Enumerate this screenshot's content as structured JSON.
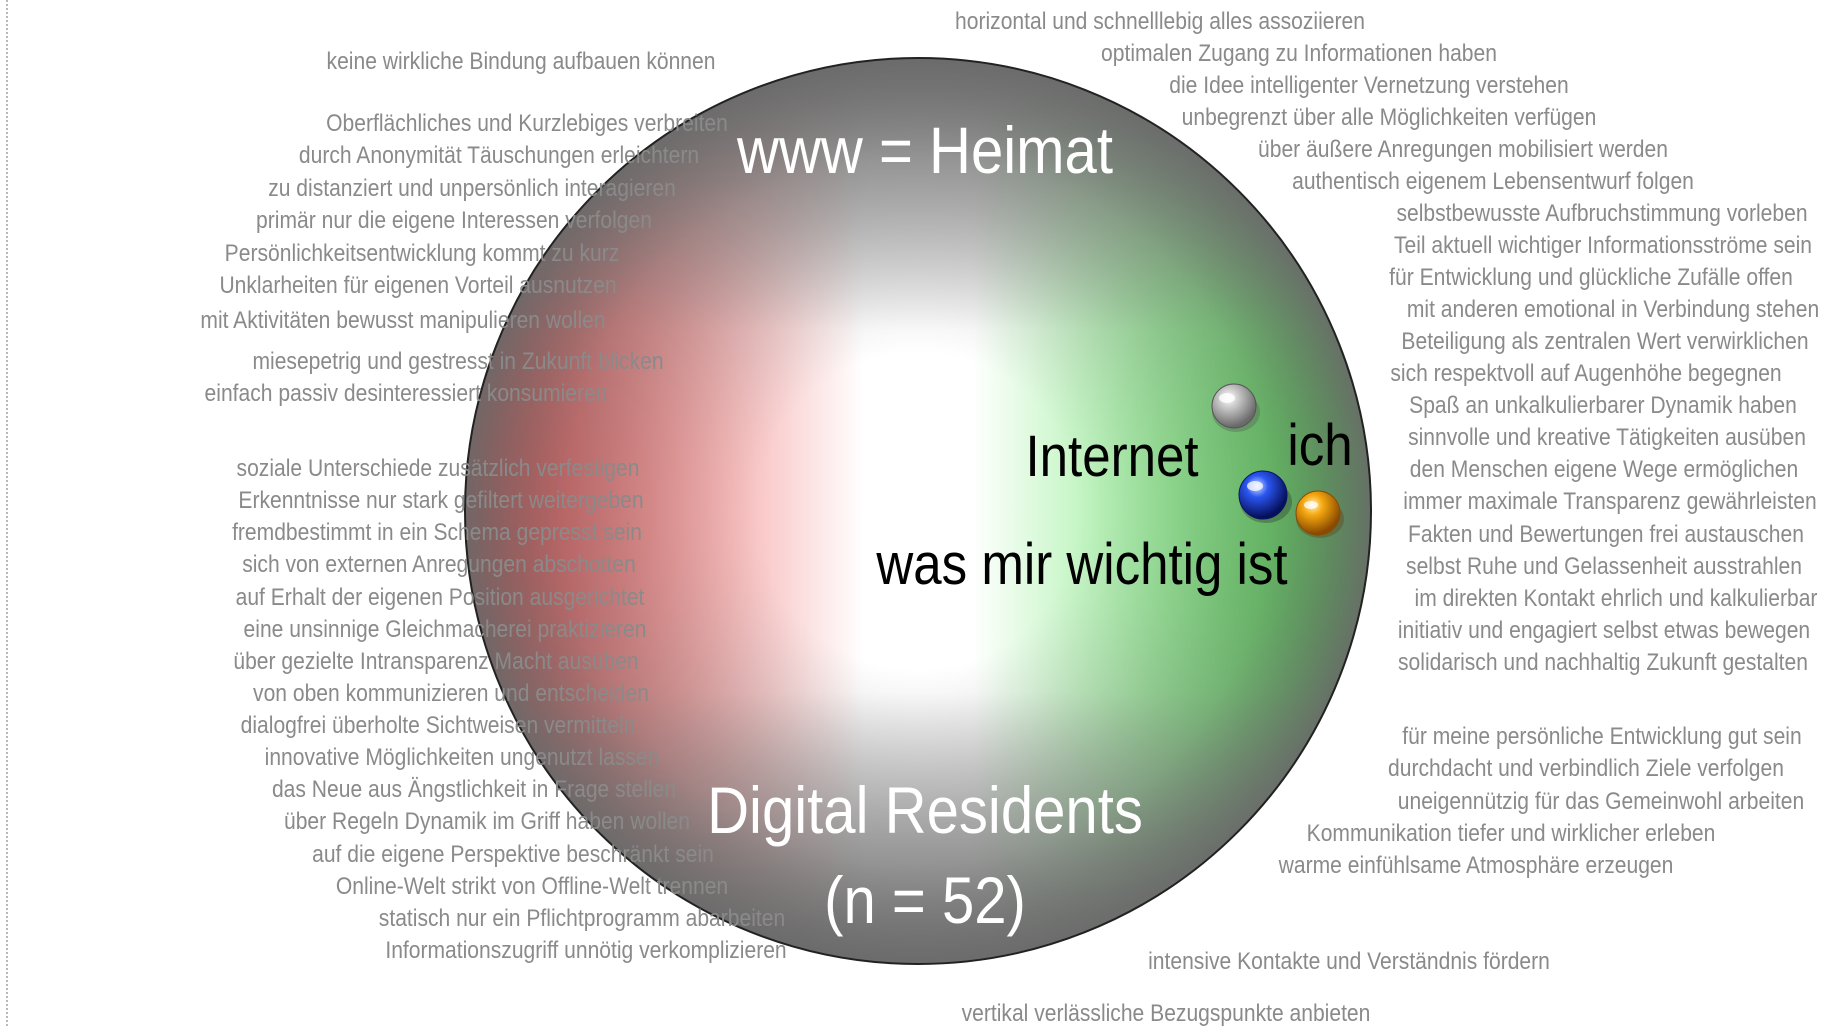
{
  "diagram": {
    "top_label": "www = Heimat",
    "bottom_label_line1": "Digital Residents",
    "bottom_label_line2": "(n = 52)",
    "label_internet": "Internet",
    "label_ich": "ich",
    "label_wichtig": "was mir wichtig ist",
    "gradient_colors": {
      "left": "#ff2020",
      "center": "#ffffff",
      "right": "#1ee61e",
      "rim": "#6f6f6f"
    },
    "markers": [
      {
        "name": "internet-marker",
        "color": "#9a9a9a"
      },
      {
        "name": "wichtig-marker",
        "color": "#1430d8"
      },
      {
        "name": "ich-marker",
        "color": "#f09a00"
      }
    ]
  },
  "top_phrases": [
    "horizontal und schnelllebig alles assoziieren",
    "optimalen Zugang zu Informationen haben",
    "die Idee intelligenter Vernetzung verstehen",
    "unbegrenzt über alle Möglichkeiten verfügen"
  ],
  "left_phrases": [
    "keine wirkliche Bindung aufbauen können",
    "Oberflächliches und Kurzlebiges verbreiten",
    "durch Anonymität Täuschungen erleichtern",
    "zu distanziert und unpersönlich interagieren",
    "primär nur die eigene Interessen verfolgen",
    "Persönlichkeitsentwicklung kommt zu kurz",
    "Unklarheiten für eigenen Vorteil ausnutzen",
    "mit Aktivitäten bewusst manipulieren wollen",
    "miesepetrig und gestresst in Zukunft blicken",
    "einfach passiv desinteressiert konsumieren",
    "soziale Unterschiede zusätzlich verfestigen",
    "Erkenntnisse nur stark gefiltert weitergeben",
    "fremdbestimmt in ein Schema gepresst sein",
    "sich von externen Anregungen abschotten",
    "auf Erhalt der eigenen Position ausgerichtet",
    "eine unsinnige Gleichmacherei praktizieren",
    "über gezielte Intransparenz Macht ausüben",
    "von oben kommunizieren und entscheiden",
    "dialogfrei überholte Sichtweisen vermitteln",
    "innovative Möglichkeiten ungenutzt lassen",
    "das Neue aus Ängstlichkeit in Frage stellen",
    "über Regeln Dynamik im Griff haben wollen",
    "auf die eigene Perspektive beschränkt sein",
    "Online-Welt strikt von Offline-Welt trennen",
    "statisch nur ein Pflichtprogramm abarbeiten",
    "Informationszugriff unnötig verkomplizieren"
  ],
  "right_phrases": [
    "über äußere Anregungen mobilisiert werden",
    "authentisch eigenem Lebensentwurf folgen",
    "selbstbewusste Aufbruchstimmung vorleben",
    "Teil aktuell wichtiger Informationsströme sein",
    "für Entwicklung und glückliche Zufälle offen",
    "mit anderen emotional in Verbindung stehen",
    "Beteiligung als zentralen Wert verwirklichen",
    "sich respektvoll auf Augenhöhe begegnen",
    "Spaß an unkalkulierbarer Dynamik haben",
    "sinnvolle und kreative Tätigkeiten ausüben",
    "den Menschen eigene Wege ermöglichen",
    "immer maximale Transparenz gewährleisten",
    "Fakten und Bewertungen frei austauschen",
    "selbst Ruhe und Gelassenheit ausstrahlen",
    "im direkten Kontakt ehrlich und kalkulierbar",
    "initiativ und engagiert selbst etwas bewegen",
    "solidarisch und nachhaltig Zukunft gestalten",
    "für meine persönliche Entwicklung gut sein",
    "durchdacht und verbindlich Ziele verfolgen",
    "uneigennützig für das Gemeinwohl arbeiten",
    "Kommunikation tiefer und wirklicher erleben",
    "warme einfühlsame Atmosphäre erzeugen"
  ],
  "bottom_phrases": [
    "intensive Kontakte und Verständnis fördern",
    "vertikal verlässliche Bezugspunkte anbieten"
  ]
}
